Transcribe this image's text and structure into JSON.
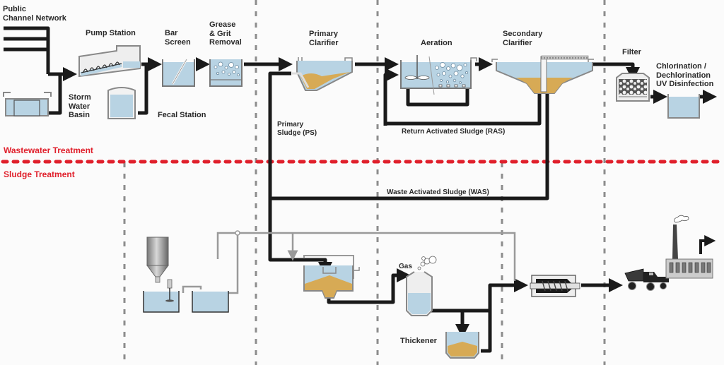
{
  "sections": {
    "top": "Wastewater Treatment",
    "bottom": "Sludge Treatment"
  },
  "colors": {
    "water": "#b8d3e3",
    "sludge": "#d7aa55",
    "pipe": "#1a1a1a",
    "vessel": "#8a8a8a",
    "section_divider": "#e0202c",
    "stage_divider": "#8c8c8c"
  },
  "labels": {
    "public_channel": "Public\nChannel Network",
    "pump_station": "Pump Station",
    "storm_water": "Storm\nWater\nBasin",
    "fecal_station": "Fecal Station",
    "bar_screen": "Bar\nScreen",
    "grease_grit": "Grease\n& Grit\nRemoval",
    "primary_clarifier": "Primary\nClarifier",
    "primary_sludge": "Primary\nSludge (PS)",
    "aeration": "Aeration",
    "secondary_clarifier": "Secondary\nClarifier",
    "ras": "Return Activated Sludge (RAS)",
    "filter": "Filter",
    "chlorination": "Chlorination /\nDechlorination\nUV Disinfection",
    "was": "Waste Activated Sludge (WAS)",
    "gas": "Gas",
    "thickener": "Thickener"
  },
  "icons": [
    "storm-water-basin-icon",
    "pump-station-icon",
    "fecal-station-icon",
    "bar-screen-icon",
    "grit-tank-icon",
    "primary-clarifier-icon",
    "aeration-tank-icon",
    "secondary-clarifier-icon",
    "sand-filter-icon",
    "disinfection-tank-icon",
    "polymer-silo-icon",
    "mixing-tank-icon",
    "storage-tank-icon",
    "sludge-settler-icon",
    "digester-icon",
    "thickener-icon",
    "screw-press-icon",
    "dump-truck-icon",
    "factory-icon"
  ]
}
